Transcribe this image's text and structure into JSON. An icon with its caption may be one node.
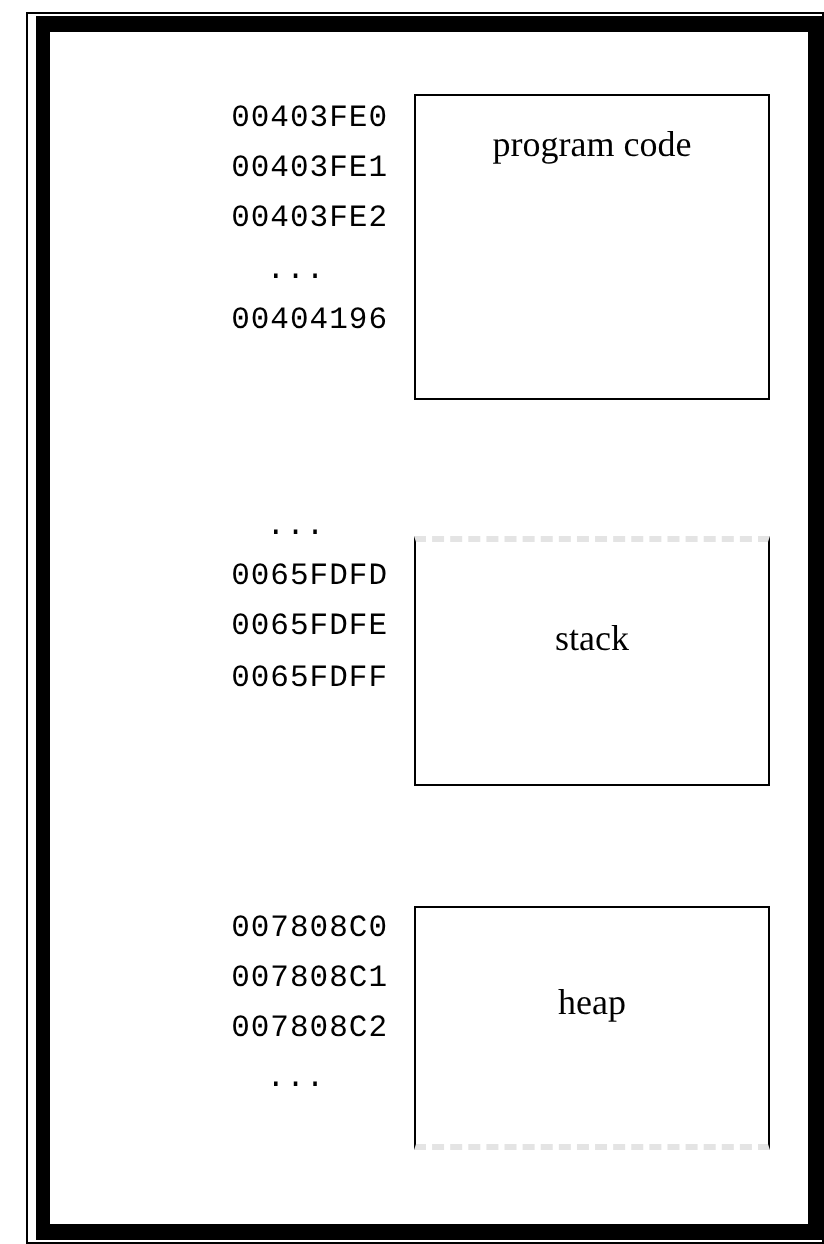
{
  "diagram": {
    "nodes": [
      {
        "text": [
          "program code"
        ]
      },
      {
        "text": [
          "stack"
        ]
      },
      {
        "text": [
          "heap"
        ]
      }
    ],
    "labels": [
      "00403FE0",
      "00403FE1",
      "00403FE2",
      "...",
      "00404196",
      "...",
      "0065FDFD",
      "0065FDFE",
      "0065FDFF",
      "007808C0",
      "007808C1",
      "007808C2",
      "..."
    ]
  }
}
